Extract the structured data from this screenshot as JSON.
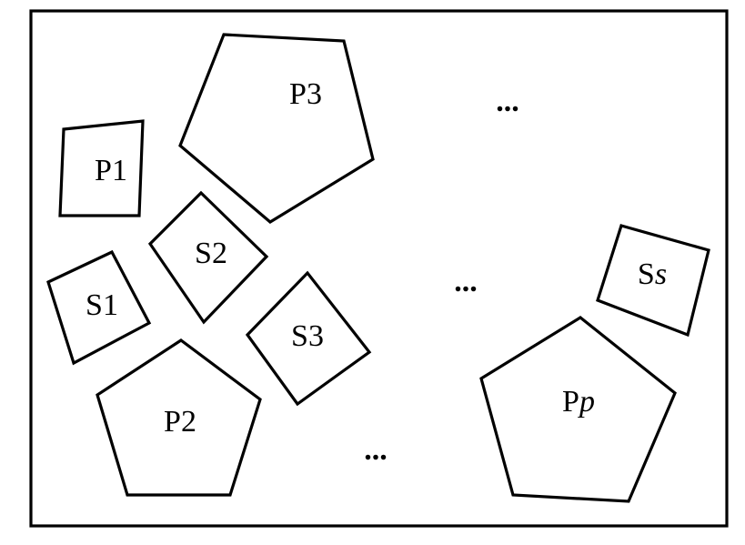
{
  "labels": {
    "p1": "P1",
    "p2": "P2",
    "p3": "P3",
    "pp_prefix": "P",
    "pp_suffix": "p",
    "s1": "S1",
    "s2": "S2",
    "s3": "S3",
    "ss_prefix": "S",
    "ss_suffix": "s"
  },
  "ellipsis": {
    "top_right": "...",
    "middle_right": "...",
    "bottom_middle": "..."
  }
}
